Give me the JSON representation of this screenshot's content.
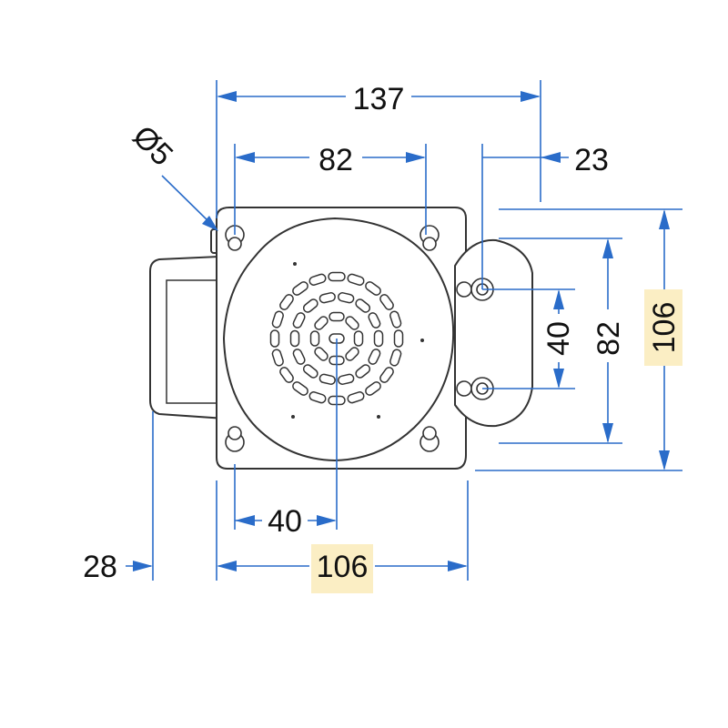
{
  "dimensions": {
    "overall_width": "137",
    "hole_spacing_x": "82",
    "offset_right": "23",
    "hole_diameter": "Ø5",
    "center_offset": "40",
    "base_width": "106",
    "handle_width": "28",
    "mount_hole_spacing": "40",
    "height_inner": "82",
    "height_overall": "106"
  },
  "colors": {
    "dimension_line": "#2a6cc9",
    "highlight": "#fbeec4",
    "outline": "#333333"
  }
}
